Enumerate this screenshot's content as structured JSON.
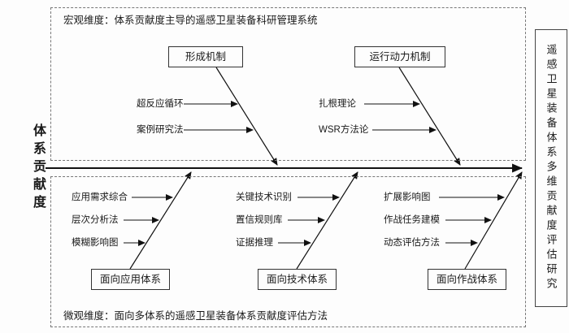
{
  "diagram": {
    "tail_label": "体系贡献度",
    "head_label": "遥感卫星装备体系多维贡献度评估研究",
    "line_color": "#1a1a1a",
    "macro": {
      "title": "宏观维度：体系贡献度主导的遥感卫星装备科研管理系统",
      "branches": [
        {
          "label": "形成机制",
          "items": [
            "超反应循环",
            "案例研究法"
          ]
        },
        {
          "label": "运行动力机制",
          "items": [
            "扎根理论",
            "WSR方法论"
          ]
        }
      ]
    },
    "micro": {
      "title": "微观维度：面向多体系的遥感卫星装备体系贡献度评估方法",
      "branches": [
        {
          "label": "面向应用体系",
          "items": [
            "应用需求综合",
            "层次分析法",
            "模糊影响图"
          ]
        },
        {
          "label": "面向技术体系",
          "items": [
            "关键技术识别",
            "置信规则库",
            "证据推理"
          ]
        },
        {
          "label": "面向作战体系",
          "items": [
            "扩展影响图",
            "作战任务建模",
            "动态评估方法"
          ]
        }
      ]
    }
  }
}
